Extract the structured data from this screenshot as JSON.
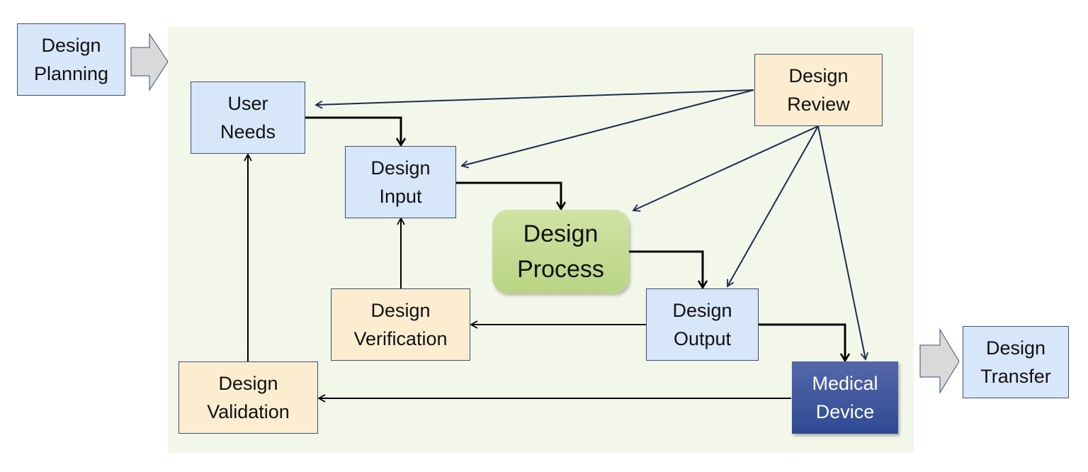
{
  "diagram": {
    "title": "Medical device design control process",
    "colors": {
      "panel_background": "#f3f7ea",
      "input_output_box": "#d8e6fa",
      "review_box": "#fcedd1",
      "process_box": "#c4dc94",
      "device_box": "#3a529c",
      "flow_line": "#000000",
      "review_line": "#1d2d4f",
      "transition_arrow": "#d9d9d9"
    },
    "nodes": {
      "design_planning": "Design\nPlanning",
      "user_needs": "User\nNeeds",
      "design_input": "Design\nInput",
      "design_process": "Design\nProcess",
      "design_output": "Design\nOutput",
      "design_review": "Design\nReview",
      "design_verification": "Design\nVerification",
      "design_validation": "Design\nValidation",
      "medical_device": "Medical\nDevice",
      "design_transfer": "Design\nTransfer"
    },
    "edges": [
      {
        "from": "design_planning",
        "to": "process_panel",
        "style": "block-arrow"
      },
      {
        "from": "user_needs",
        "to": "design_input",
        "style": "flow"
      },
      {
        "from": "design_input",
        "to": "design_process",
        "style": "flow"
      },
      {
        "from": "design_process",
        "to": "design_output",
        "style": "flow"
      },
      {
        "from": "design_output",
        "to": "medical_device",
        "style": "flow"
      },
      {
        "from": "design_output",
        "to": "design_verification",
        "style": "thin"
      },
      {
        "from": "design_verification",
        "to": "design_input",
        "style": "thin"
      },
      {
        "from": "medical_device",
        "to": "design_validation",
        "style": "thin"
      },
      {
        "from": "design_validation",
        "to": "user_needs",
        "style": "thin"
      },
      {
        "from": "design_review",
        "to": "user_needs",
        "style": "review"
      },
      {
        "from": "design_review",
        "to": "design_input",
        "style": "review"
      },
      {
        "from": "design_review",
        "to": "design_process",
        "style": "review"
      },
      {
        "from": "design_review",
        "to": "design_output",
        "style": "review"
      },
      {
        "from": "design_review",
        "to": "medical_device",
        "style": "review"
      },
      {
        "from": "process_panel",
        "to": "design_transfer",
        "style": "block-arrow"
      }
    ]
  }
}
